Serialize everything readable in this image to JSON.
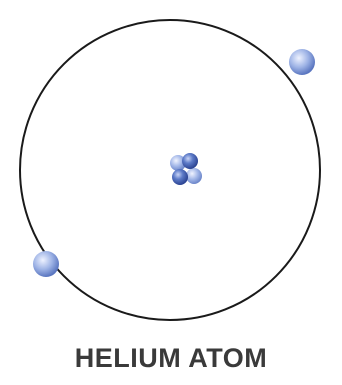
{
  "caption": "HELIUM ATOM",
  "colors": {
    "orbit": "#1a1a1a",
    "electron": "#8da8e0",
    "proton": "#3f5fae",
    "neutron": "#7f9bd6",
    "caption": "#3a3a3a"
  },
  "diagram": {
    "electron_count": 2,
    "proton_count": 2,
    "neutron_count": 2
  }
}
